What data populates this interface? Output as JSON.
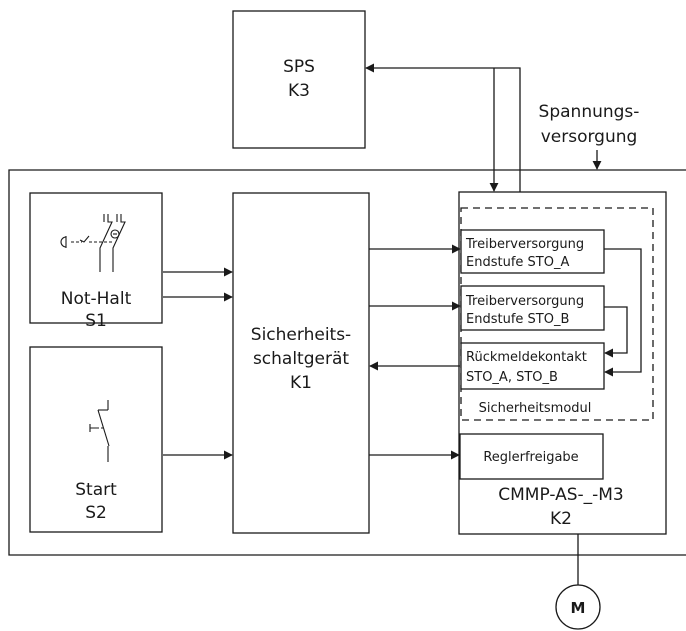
{
  "plc": {
    "line1": "SPS",
    "line2": "K3"
  },
  "power_supply": {
    "line1": "Spannungs-",
    "line2": "versorgung"
  },
  "emergency_stop": {
    "line1": "Not-Halt",
    "line2": "S1"
  },
  "start": {
    "line1": "Start",
    "line2": "S2"
  },
  "safety_relay": {
    "line1": "Sicherheits-",
    "line2": "schaltgerät",
    "line3": "K1"
  },
  "sto_a": {
    "line1": "Treiberversorgung",
    "line2": "Endstufe STO_A"
  },
  "sto_b": {
    "line1": "Treiberversorgung",
    "line2": "Endstufe STO_B"
  },
  "feedback": {
    "line1": "Rückmeldekontakt",
    "line2": "STO_A, STO_B"
  },
  "safety_module": {
    "label": "Sicherheitsmodul"
  },
  "controller_enable": {
    "label": "Reglerfreigabe"
  },
  "servo_controller": {
    "line1": "CMMP-AS-_-M3",
    "line2": "K2"
  },
  "motor": {
    "label": "M"
  }
}
